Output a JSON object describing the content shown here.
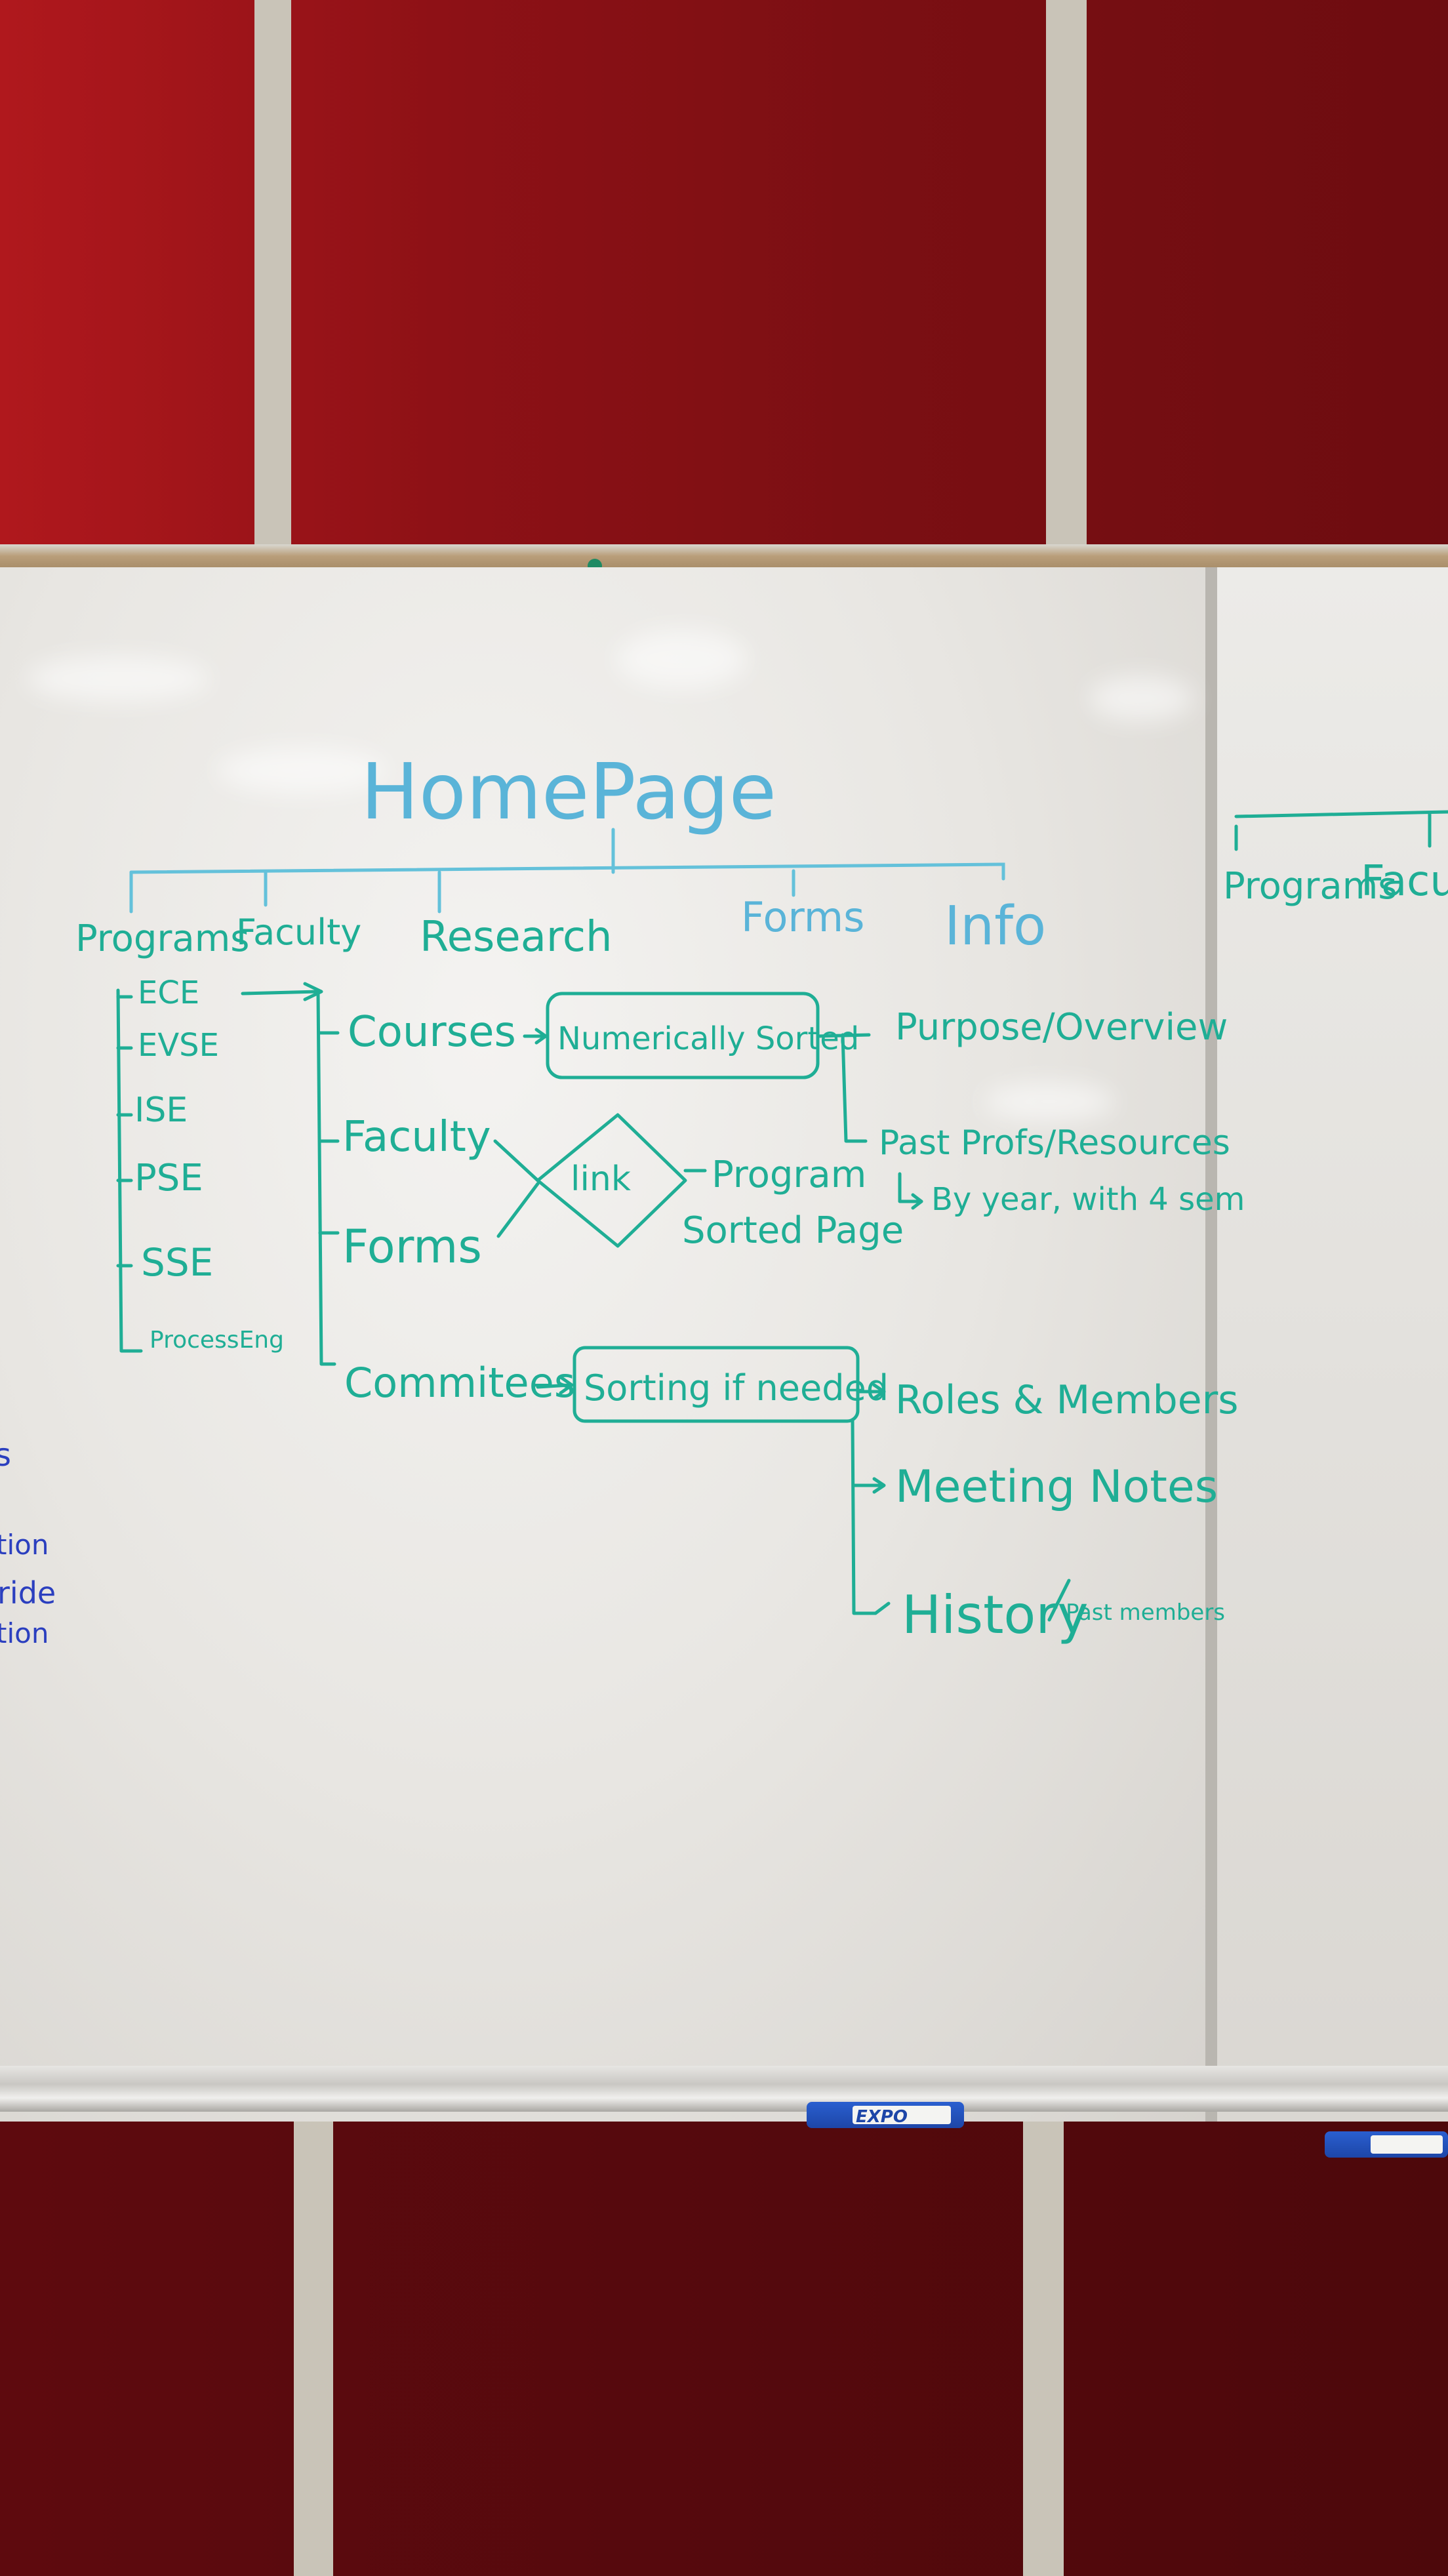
{
  "board": {
    "title": "HomePage",
    "top_nav": [
      "Programs",
      "Faculty",
      "Research",
      "Forms",
      "Info"
    ],
    "programs": [
      "ECE",
      "EVSE",
      "ISE",
      "PSE",
      "SSE",
      "ProcessEng"
    ],
    "sections": {
      "courses": "Courses",
      "faculty": "Faculty",
      "forms": "Forms",
      "committees": "Commitees"
    },
    "boxes": {
      "numerically_sorted": "Numerically Sorted",
      "link": "link",
      "sorting_if_needed": "Sorting if needed"
    },
    "program_page": [
      "Program",
      "Sorted Page"
    ],
    "course_details": {
      "purpose": "Purpose/Overview",
      "past_profs": "Past Profs/Resources",
      "by_year": "By year, with 4 sem"
    },
    "committee_details": {
      "roles": "Roles & Members",
      "meeting_notes": "Meeting Notes",
      "history": "History",
      "past_members": "Past members"
    }
  },
  "side_board": {
    "nav": [
      "Programs",
      "Facu"
    ]
  },
  "left_edge_fragments": [
    "s",
    "tion",
    "ride",
    "tion"
  ],
  "marker_brand": "EXPO",
  "colors": {
    "ink_green": "#1fae95",
    "ink_light_blue": "#5ab4d8",
    "ink_blue": "#2b3fbf",
    "wall_red": "#8e1116"
  }
}
